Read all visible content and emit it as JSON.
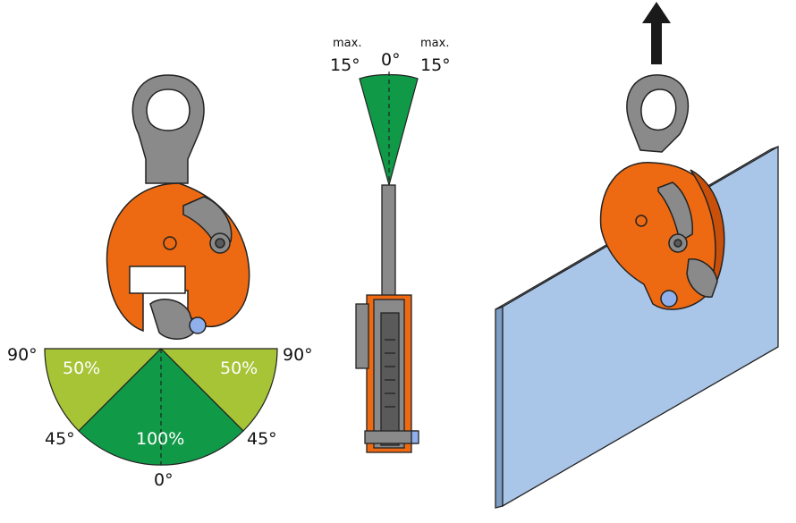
{
  "colors": {
    "orange": "#EE6A12",
    "orange_dark": "#C9500A",
    "grey": "#8A8A8A",
    "grey_dark": "#5A5A5A",
    "green_dark": "#109A48",
    "green_light": "#A6C436",
    "plate": "#A9C5E8",
    "plate_edge": "#7E9DC2",
    "arrow": "#1A1A1A",
    "pin": "#8FB0EA"
  },
  "front_view": {
    "label_90_left": "90°",
    "label_90_right": "90°",
    "label_45_left": "45°",
    "label_45_right": "45°",
    "label_0": "0°",
    "zone_left": "50%",
    "zone_right": "50%",
    "zone_center": "100%"
  },
  "side_view": {
    "max_left": "max.",
    "max_right": "max.",
    "angle_left": "15°",
    "angle_center": "0°",
    "angle_right": "15°"
  }
}
